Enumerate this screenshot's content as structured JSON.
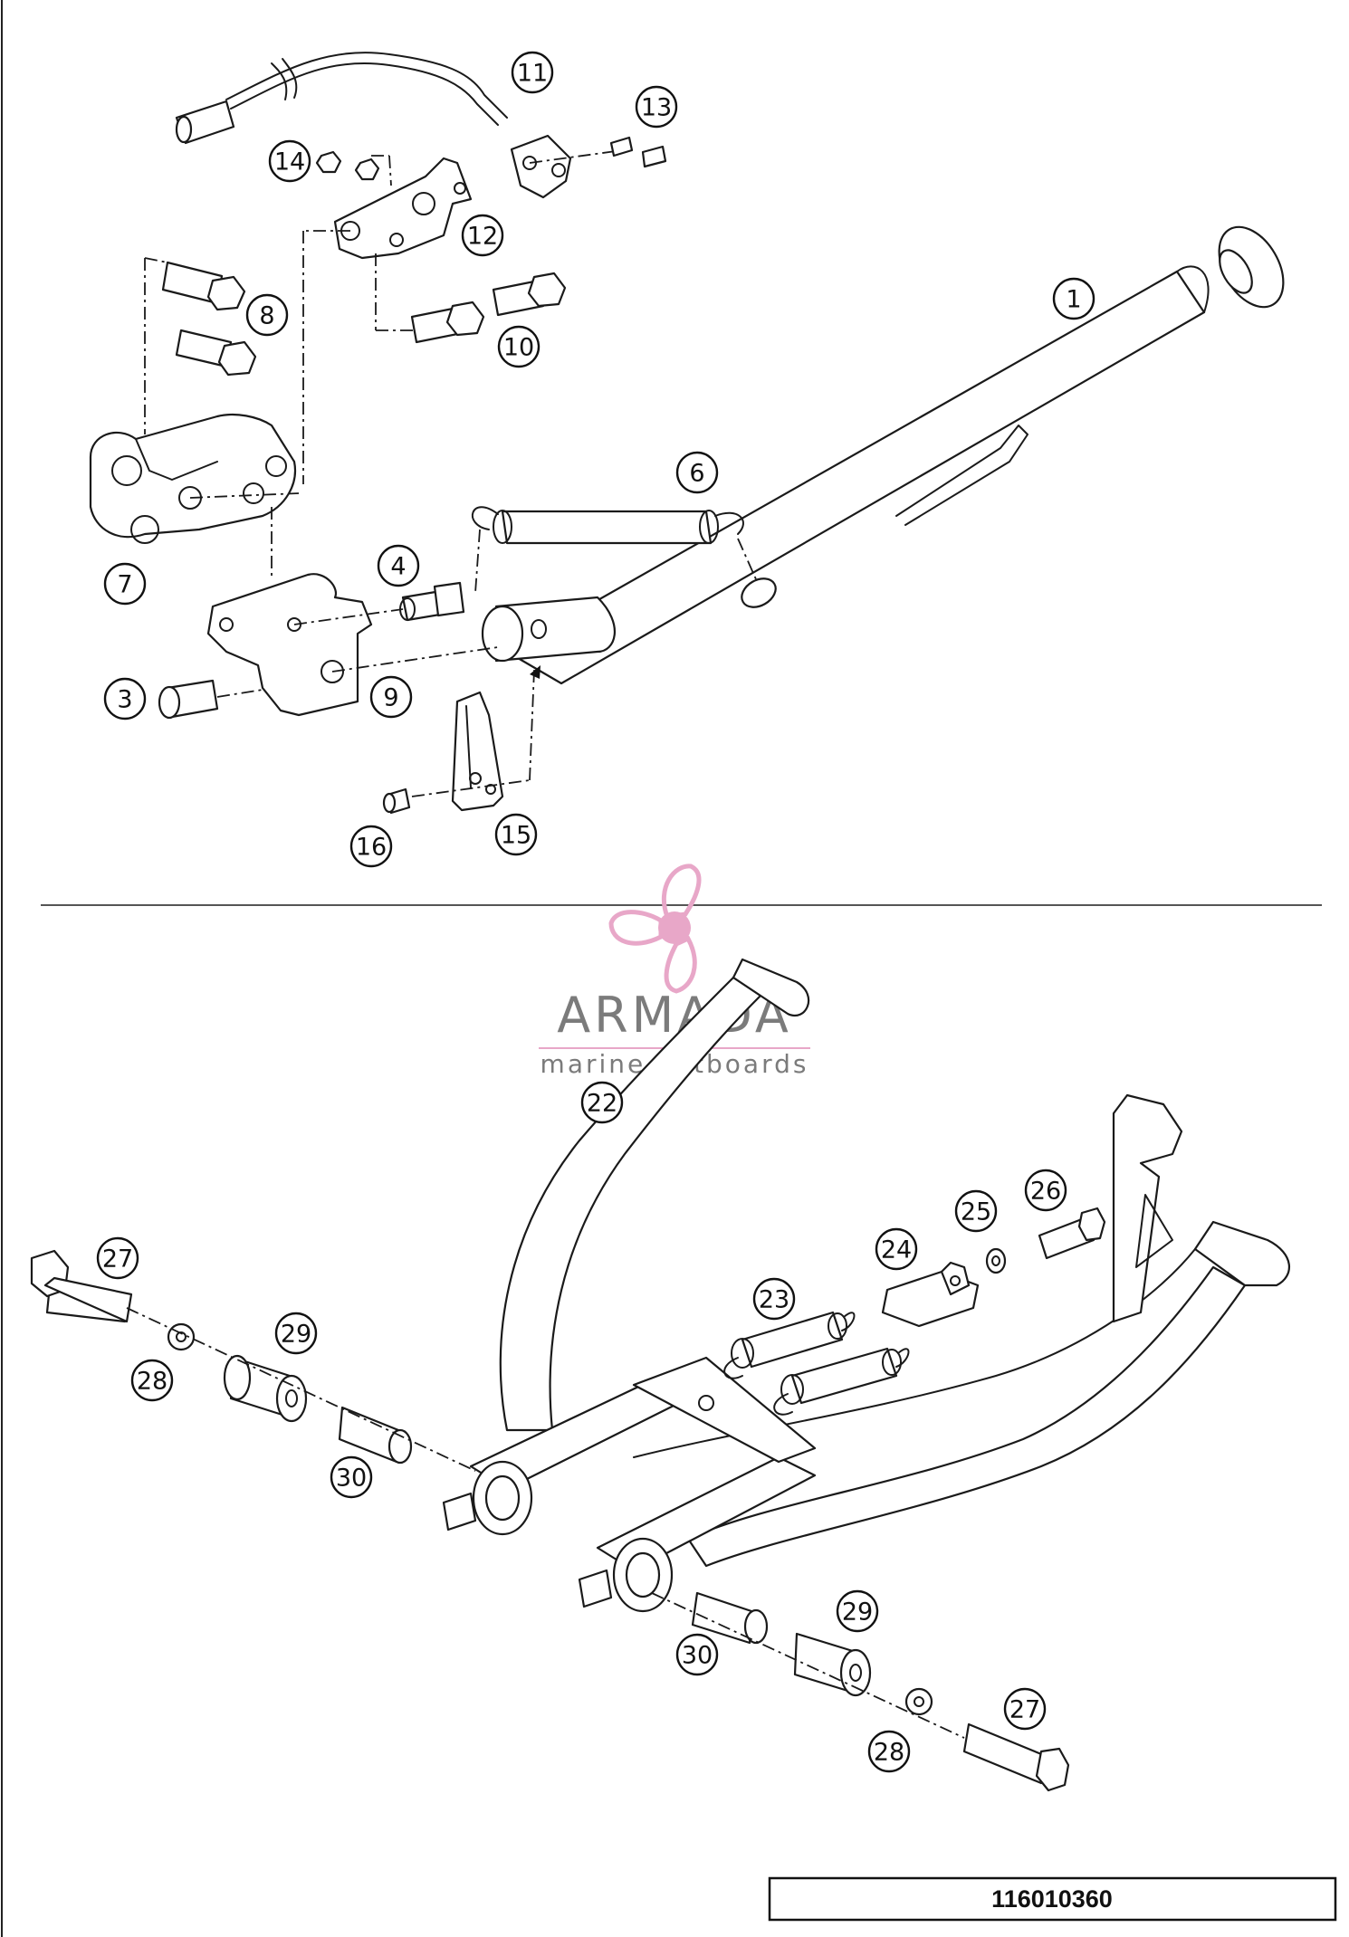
{
  "diagram": {
    "part_code": "116010360",
    "watermark": {
      "brand": "ARMADA",
      "tagline": "marine outboards",
      "colors": {
        "logo": "#e8a7c8",
        "text": "#7b7b7b"
      }
    },
    "callouts_top": [
      "1",
      "3",
      "4",
      "6",
      "7",
      "8",
      "9",
      "10",
      "11",
      "12",
      "13",
      "14",
      "15",
      "16"
    ],
    "callouts_bottom": [
      "22",
      "23",
      "24",
      "25",
      "26",
      "27",
      "28",
      "29",
      "30",
      "27",
      "28",
      "29",
      "30"
    ]
  }
}
